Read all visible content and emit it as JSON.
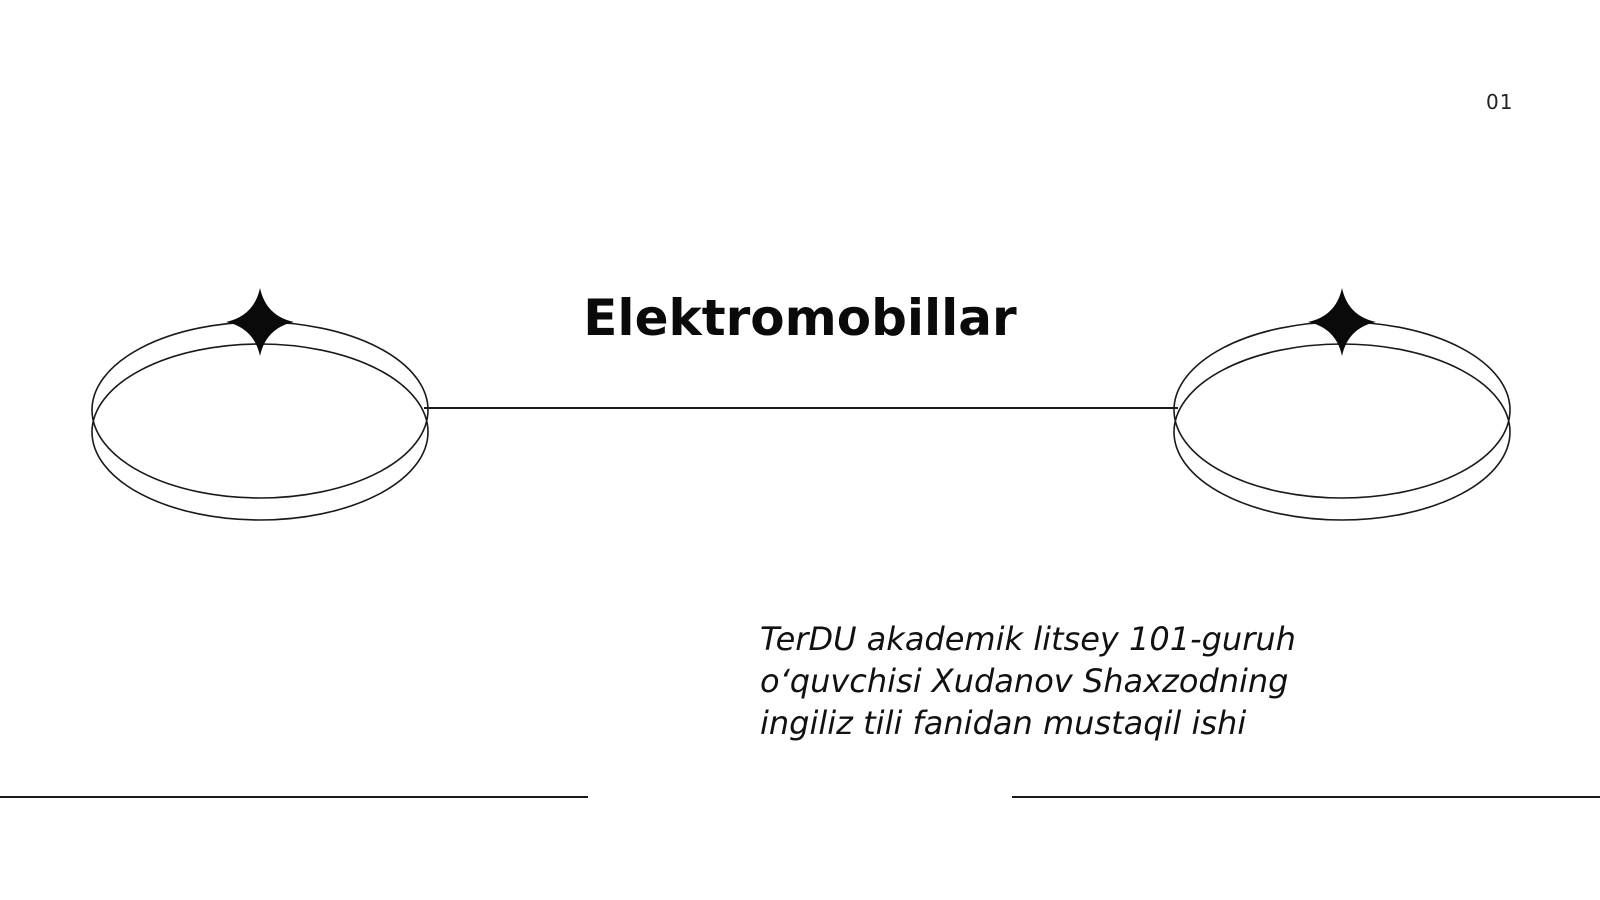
{
  "slide": {
    "page_number": "01",
    "title": "Elektromobillar",
    "subtitle_lines": [
      "TerDU akademik litsey 101-guruh",
      "o‘quvchisi Xudanov Shaxzodning",
      "ingiliz tili fanidan mustaqil ishi"
    ]
  },
  "decorations": {
    "left_ring": "orbit-ring-with-star",
    "right_ring": "orbit-ring-with-star",
    "line_color": "#1a1a1a",
    "star_color": "#0a0a0a"
  }
}
